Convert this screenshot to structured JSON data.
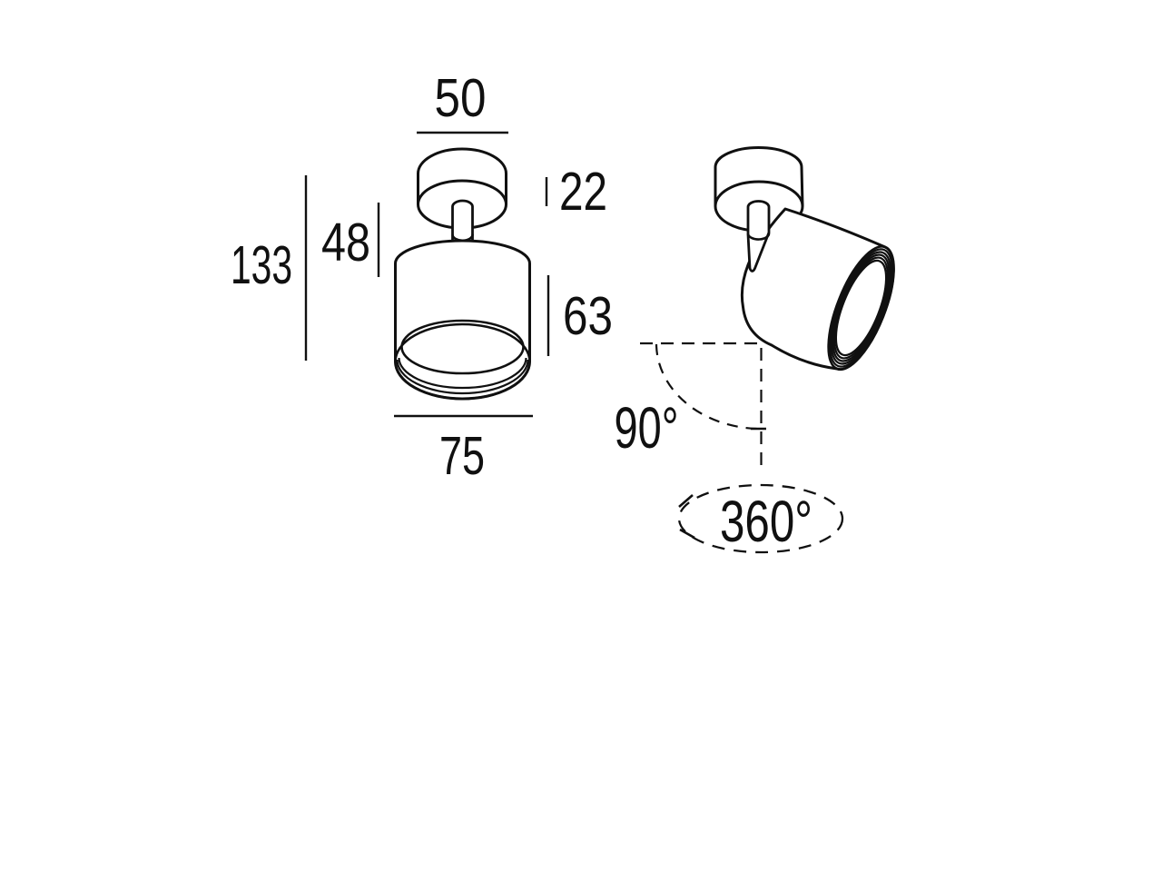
{
  "colors": {
    "line": "#101010",
    "background": "#ffffff"
  },
  "front_view": {
    "canopy_width": "50",
    "canopy_height": "22",
    "stem_section": "48",
    "total_height": "133",
    "body_height": "63",
    "body_diameter": "75"
  },
  "perspective_view": {
    "tilt_angle": "90°",
    "rotation_angle": "360°"
  }
}
